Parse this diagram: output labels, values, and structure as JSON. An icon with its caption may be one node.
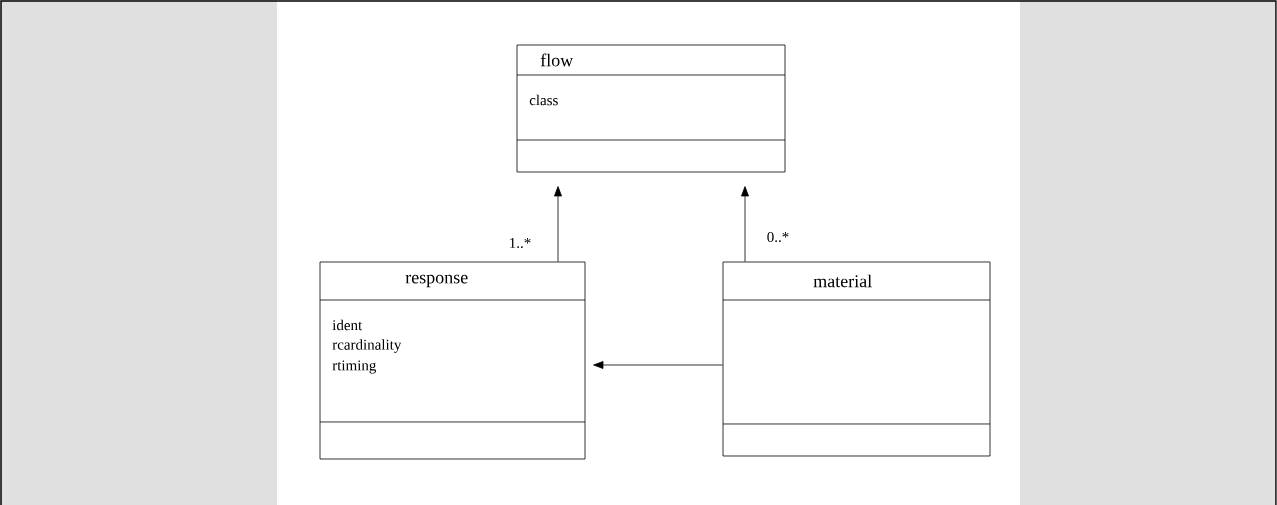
{
  "diagram": {
    "nodes": [
      {
        "text": [
          "flow",
          "class"
        ]
      },
      {
        "text": [
          "response",
          "ident",
          "rcardinality",
          "rtiming"
        ]
      },
      {
        "text": [
          "material"
        ]
      }
    ],
    "edges": [
      {
        "from": 1,
        "to": 0,
        "arrow": "to",
        "label": "1..*"
      },
      {
        "from": 2,
        "to": 0,
        "arrow": "to",
        "label": "0..*"
      },
      {
        "from": 2,
        "to": 1,
        "arrow": "to"
      }
    ]
  }
}
